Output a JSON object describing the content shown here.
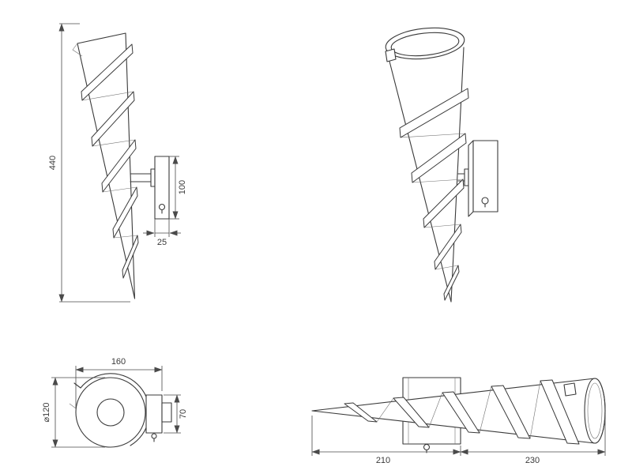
{
  "drawing": {
    "line_color": "#3a3a3a",
    "dim_color": "#4a4a4a",
    "background": "#ffffff",
    "views": {
      "side": {
        "label": "side-elevation",
        "dims": {
          "overall_height": "440",
          "bracket_height": "100",
          "bracket_depth": "25"
        }
      },
      "perspective": {
        "label": "perspective-view"
      },
      "top": {
        "label": "top-plan",
        "dims": {
          "overall_width": "160",
          "shade_diameter": "⌀120",
          "bracket_width": "70"
        }
      },
      "profile": {
        "label": "horizontal-profile",
        "dims": {
          "tip_to_bracket": "210",
          "bracket_to_rim": "230"
        }
      }
    }
  }
}
